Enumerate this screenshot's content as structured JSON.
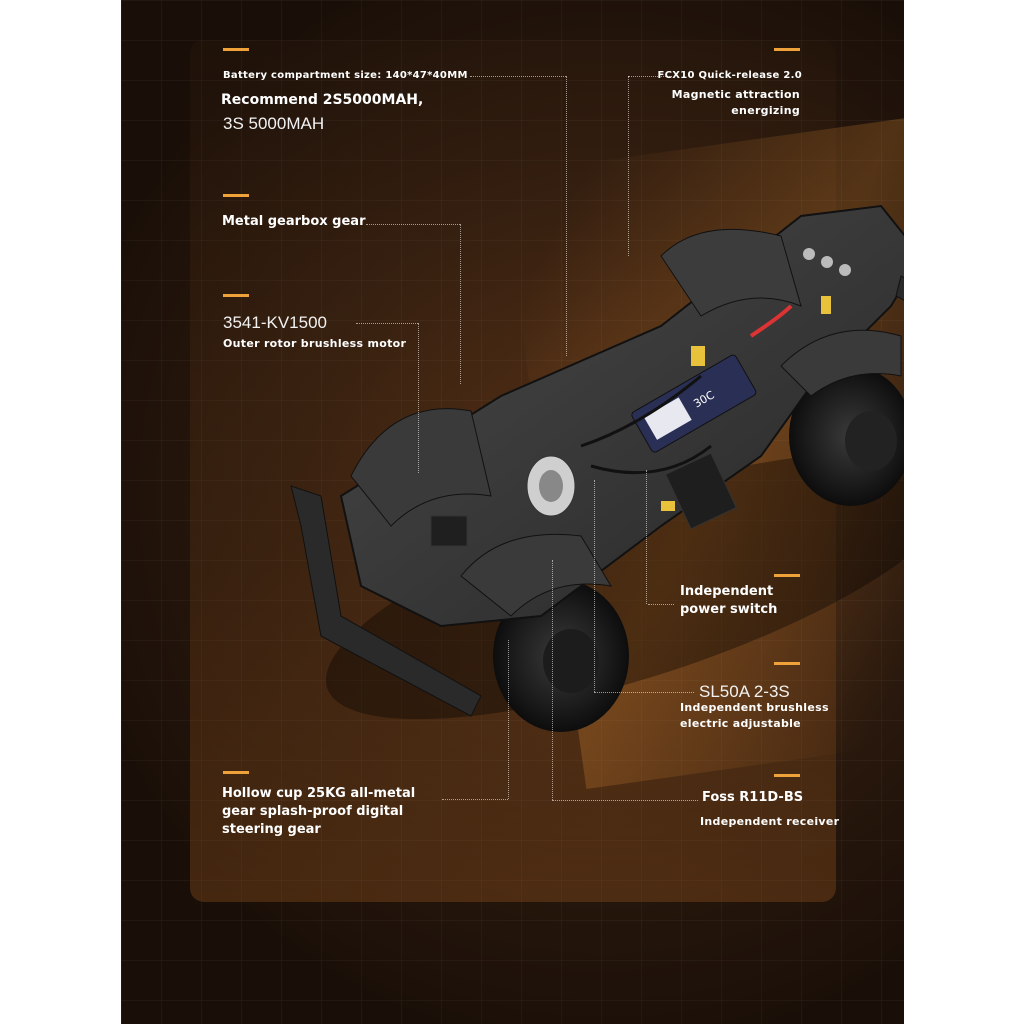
{
  "labels": {
    "battery_size": "Battery compartment size: 140*47*40MM",
    "recommend_line1": "Recommend 2S5000MAH,",
    "recommend_line2": "3S 5000MAH",
    "fcx_title": "FCX10 Quick-release 2.0",
    "magnetic_line1": "Magnetic attraction",
    "magnetic_line2": "energizing",
    "gearbox": "Metal gearbox gear",
    "motor_model": "3541-KV1500",
    "motor_desc": "Outer rotor brushless motor",
    "power_line1": "Independent",
    "power_line2": "power switch",
    "esc_model": "SL50A 2-3S",
    "esc_line1": "Independent brushless",
    "esc_line2": "electric adjustable",
    "servo_line1": "Hollow cup 25KG all-metal",
    "servo_line2": "gear splash-proof digital",
    "servo_line3": "steering gear",
    "receiver_model": "Foss R11D-BS",
    "receiver_desc": "Independent receiver"
  },
  "colors": {
    "accent": "#f0a23a",
    "background": "#2c1a0e",
    "text": "#ffffff"
  }
}
